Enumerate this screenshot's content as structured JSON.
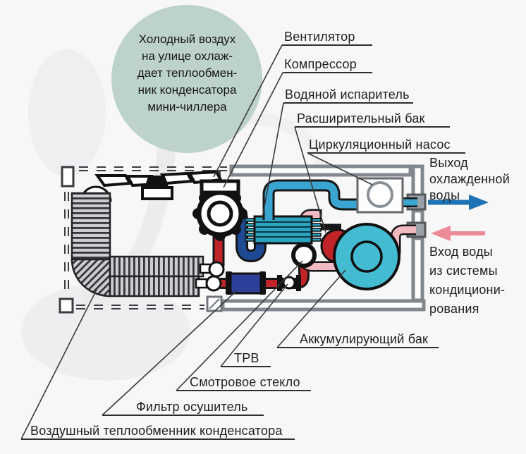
{
  "bubble": {
    "lines": [
      "Холодный воздух",
      "на улице охлаж-",
      "дает теплообмен-",
      "ник конденсатора",
      "мини-чиллера"
    ]
  },
  "labels": {
    "fan": "Вентилятор",
    "compressor": "Компрессор",
    "water_evaporator": "Водяной испаритель",
    "expansion_tank": "Расширительный бак",
    "circulation_pump": "Циркуляционный насос",
    "accumulating_tank": "Аккумулирующий бак",
    "txv": "ТРВ",
    "sight_glass": "Смотровое стекло",
    "filter_dryer": "Фильтр осушитель",
    "air_condenser_hx": "Воздушный теплообменник конденсатора"
  },
  "flow_labels": {
    "outlet_lines": [
      "Выход",
      "охлажденной",
      "воды"
    ],
    "inlet_lines": [
      "Вход воды",
      "из системы",
      "кондициони-",
      "рования"
    ]
  },
  "colors": {
    "bubble_bg": "#bcd2cb",
    "pipe_cold_water": "#3aa5d0",
    "pipe_suction": "#1e4a94",
    "pipe_hot_refrigerant": "#c02428",
    "pipe_warm_water": "#f1b9c1",
    "accumulating_tank": "#43bcd2",
    "evaporator": "#2aa4c0",
    "filter_dryer": "#2e3f9a",
    "expansion_tank": "#c02428",
    "arrow_water_out": "#1d72b3",
    "arrow_water_in": "#ec8b97"
  }
}
